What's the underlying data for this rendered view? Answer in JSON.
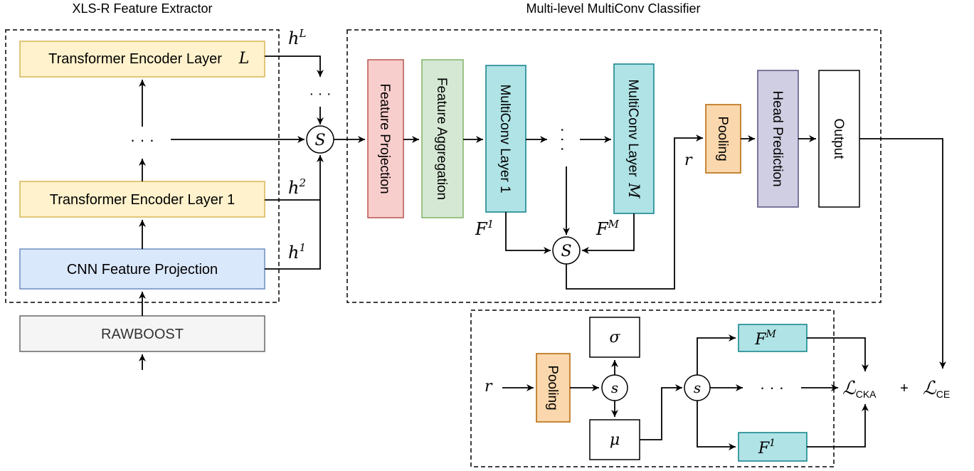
{
  "titles": {
    "extractor": "XLS-R Feature Extractor",
    "classifier": "Multi-level MultiConv Classifier"
  },
  "blocks": {
    "transformer_L": "Transformer Encoder Layer",
    "transformer_L_var": "L",
    "extractor_ellipsis": "· · ·",
    "transformer_1": "Transformer Encoder Layer 1",
    "cnn_projection": "CNN Feature Projection",
    "rawboost": "RAWBOOST",
    "feature_projection": "Feature Projection",
    "feature_aggregation": "Feature Aggregation",
    "multiconv_1": "MultiConv Layer 1",
    "multiconv_mid": "· · ·",
    "multiconv_M": "MultiConv Layer",
    "multiconv_M_var": "M",
    "pooling": "Pooling",
    "head_prediction": "Head Prediction",
    "output": "Output"
  },
  "labels": {
    "hL_base": "h",
    "hL_sup": "L",
    "hdots": "· · ·",
    "h2_base": "h",
    "h2_sup": "2",
    "h1_base": "h",
    "h1_sup": "1",
    "F1_base": "F",
    "F1_sup": "1",
    "FM_base": "F",
    "FM_sup": "M",
    "r": "r",
    "S": "S"
  },
  "loss": {
    "r": "r",
    "pooling": "Pooling",
    "sigma": "σ",
    "mu": "μ",
    "s": "s",
    "FM_base": "F",
    "FM_sup": "M",
    "F1_base": "F",
    "F1_sup": "1",
    "dots": "· · ·",
    "cka_base": "ℒ",
    "cka_sub": "CKA",
    "plus": "+",
    "ce_base": "ℒ",
    "ce_sub": "CE"
  },
  "colors": {
    "transformer": "#fff2cc",
    "transformer_border": "#d6b656",
    "cnn": "#dae8fc",
    "cnn_border": "#6c8ebf",
    "rawboost": "#f5f5f5",
    "rawboost_border": "#666666",
    "feature_projection": "#f8cecc",
    "feature_projection_border": "#b85450",
    "feature_aggregation": "#d5e8d4",
    "feature_aggregation_border": "#82b366",
    "multiconv": "#b0e3e6",
    "multiconv_border": "#0e8088",
    "pooling": "#fad7ac",
    "pooling_border": "#b46504",
    "head": "#d0cee2",
    "head_border": "#56517e",
    "wave_a": "#f5a623",
    "wave_b": "#e8608a"
  }
}
